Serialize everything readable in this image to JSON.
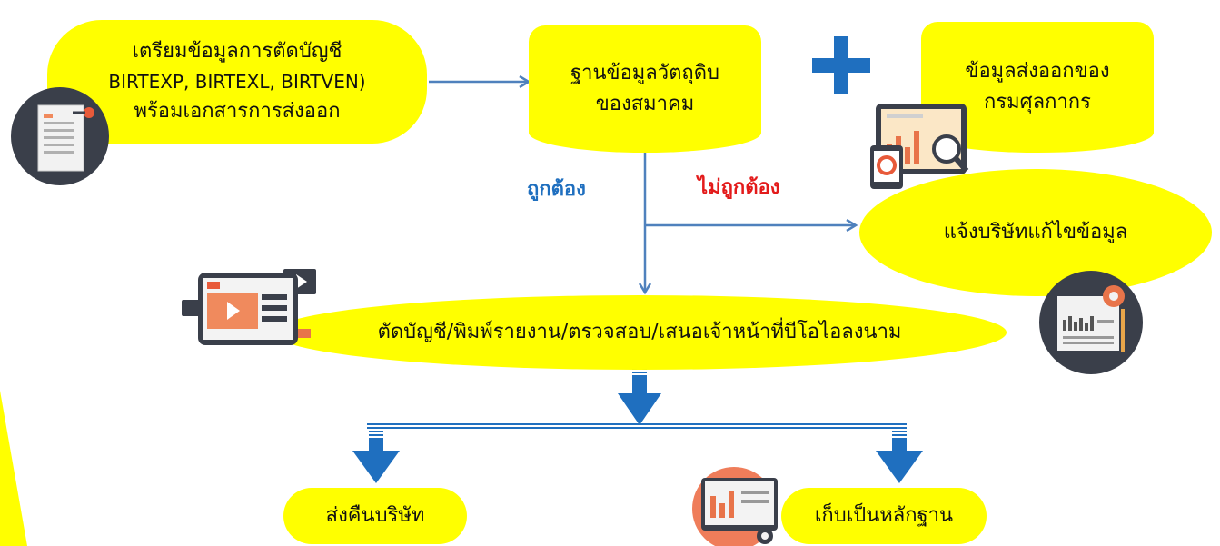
{
  "nodes": {
    "prepare": [
      "เตรียมข้อมูลการตัดบัญชี",
      "BIRTEXP, BIRTEXL, BIRTVEN)",
      "พร้อมเอกสารการส่งออก"
    ],
    "database": [
      "ฐานข้อมูลวัตถุดิบ",
      "ของสมาคม"
    ],
    "customs": [
      "ข้อมูลส่งออกของ",
      "กรมศุลกากร"
    ],
    "notify": "แจ้งบริษัทแก้ไขข้อมูล",
    "process": "ตัดบัญชี/พิมพ์รายงาน/ตรวจสอบ/เสนอเจ้าหน้าที่บีโอไอลงนาม",
    "return": "ส่งคืนบริษัท",
    "archive": "เก็บเป็นหลักฐาน"
  },
  "edge_labels": {
    "correct": "ถูกต้อง",
    "incorrect": "ไม่ถูกต้อง"
  },
  "colors": {
    "node_fill": "#ffff00",
    "arrow_line": "#4f81bd",
    "block_arrow": "#1f6fbf",
    "correct_label": "#1f6fbf",
    "incorrect_label": "#e31b1b"
  },
  "icons": [
    "document-icon",
    "analytics-dashboard-icon",
    "newspaper-report-icon",
    "video-player-icon",
    "computer-settings-icon"
  ]
}
